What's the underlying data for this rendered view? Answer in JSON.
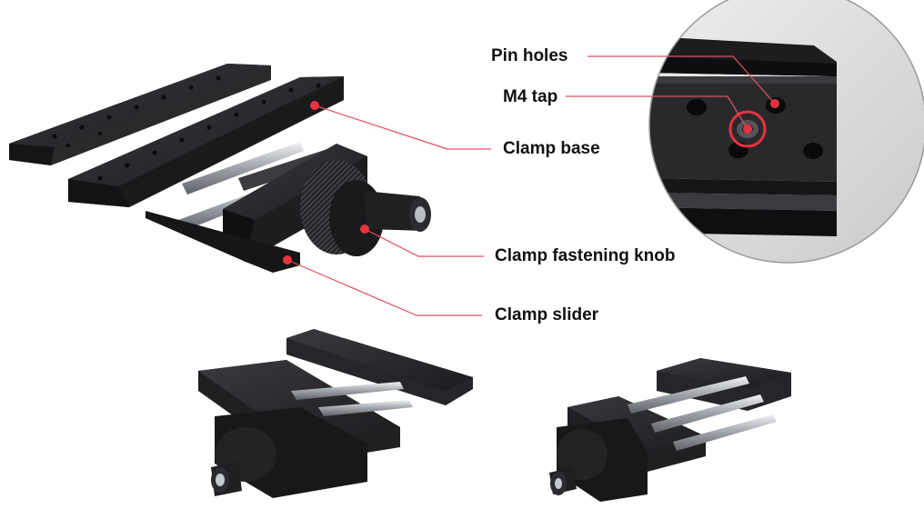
{
  "colors": {
    "leader": "#e0505f",
    "dot": "#e8323f",
    "metal_dark": "#1b1b1d",
    "metal_mid": "#2c2c2f",
    "metal_edge": "#4a4a4e",
    "rod": "#c9ccd2",
    "background": "#ffffff"
  },
  "callouts": {
    "pin_holes": "Pin holes",
    "m4_tap": "M4 tap",
    "clamp_base": "Clamp base",
    "clamp_fastening_knob": "Clamp fastening knob",
    "clamp_slider": "Clamp slider"
  },
  "icons": {
    "hero": "clamp-assembly-main-view",
    "zoom": "pin-holes-magnified-detail",
    "view_left": "clamp-assembly-view-left",
    "view_right": "clamp-assembly-view-right"
  }
}
